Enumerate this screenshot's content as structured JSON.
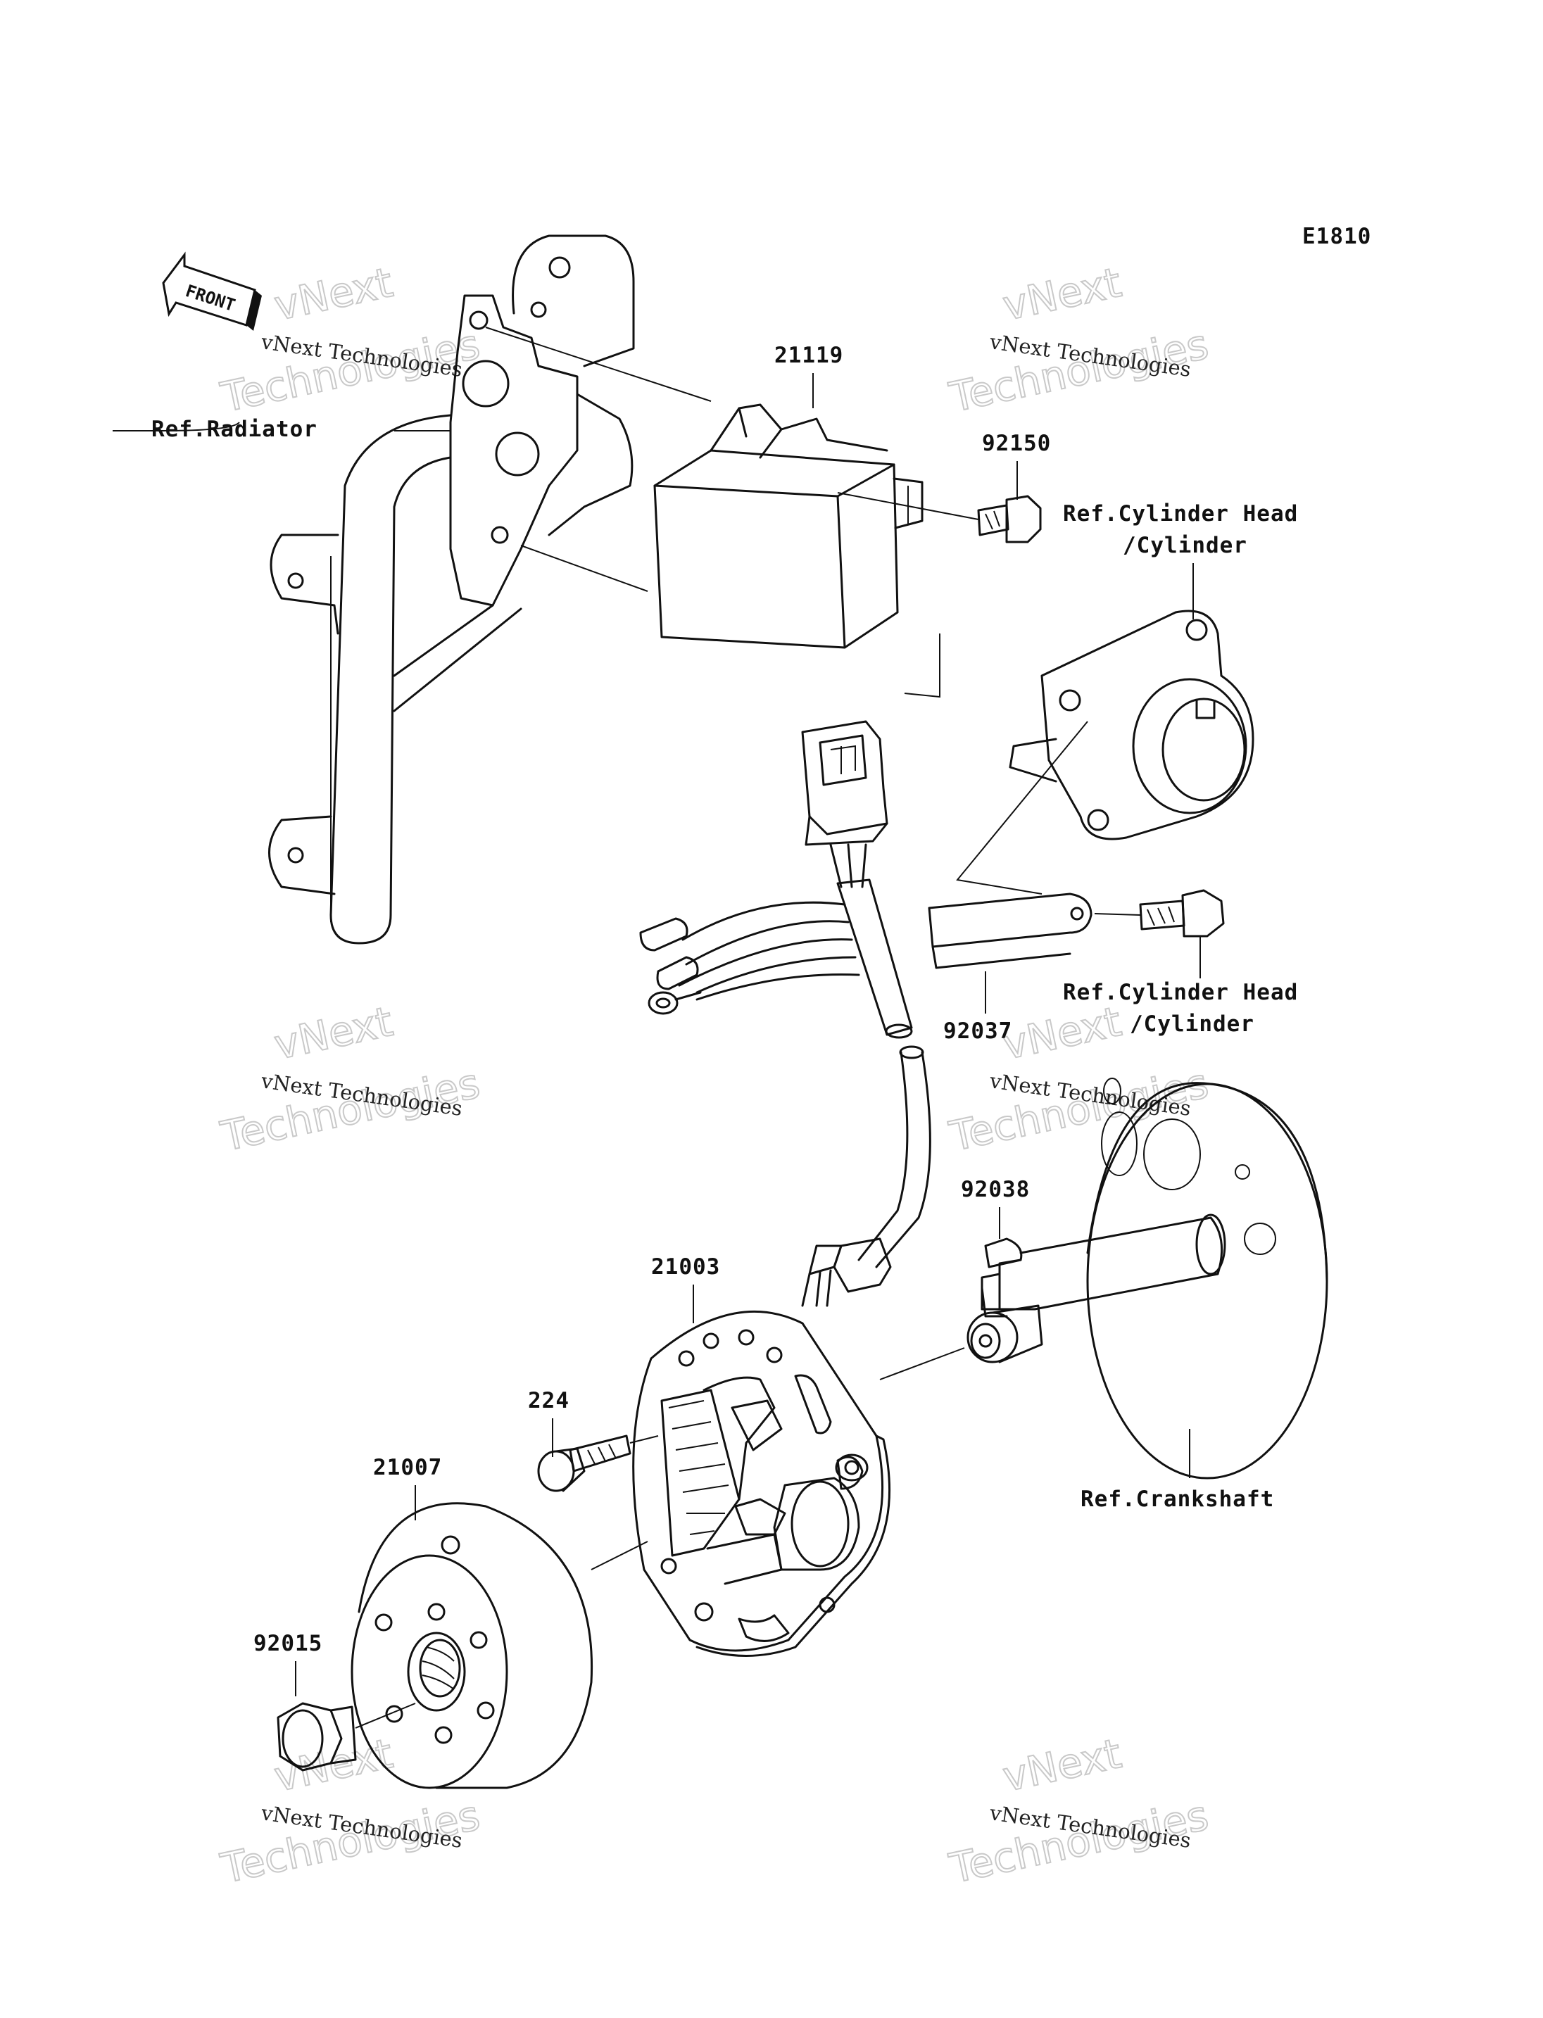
{
  "diagram_code": "E1810",
  "front_arrow": {
    "label": "FRONT",
    "icon": "front-arrow-icon"
  },
  "watermark": {
    "line1": "vNext Technologies",
    "line2": "vNext",
    "line3": "Technologies"
  },
  "parts": [
    {
      "id": "label-21119",
      "text": "21119"
    },
    {
      "id": "label-92150",
      "text": "92150"
    },
    {
      "id": "label-92037",
      "text": "92037"
    },
    {
      "id": "label-92038",
      "text": "92038"
    },
    {
      "id": "label-21003",
      "text": "21003"
    },
    {
      "id": "label-224",
      "text": "224"
    },
    {
      "id": "label-21007",
      "text": "21007"
    },
    {
      "id": "label-92015",
      "text": "92015"
    }
  ],
  "references": {
    "radiator": "Ref.Radiator",
    "cyl_head_1_line1": "Ref.Cylinder Head",
    "cyl_head_1_line2": "/Cylinder",
    "cyl_head_2_line1": "Ref.Cylinder Head",
    "cyl_head_2_line2": "/Cylinder",
    "crankshaft": "Ref.Crankshaft"
  }
}
